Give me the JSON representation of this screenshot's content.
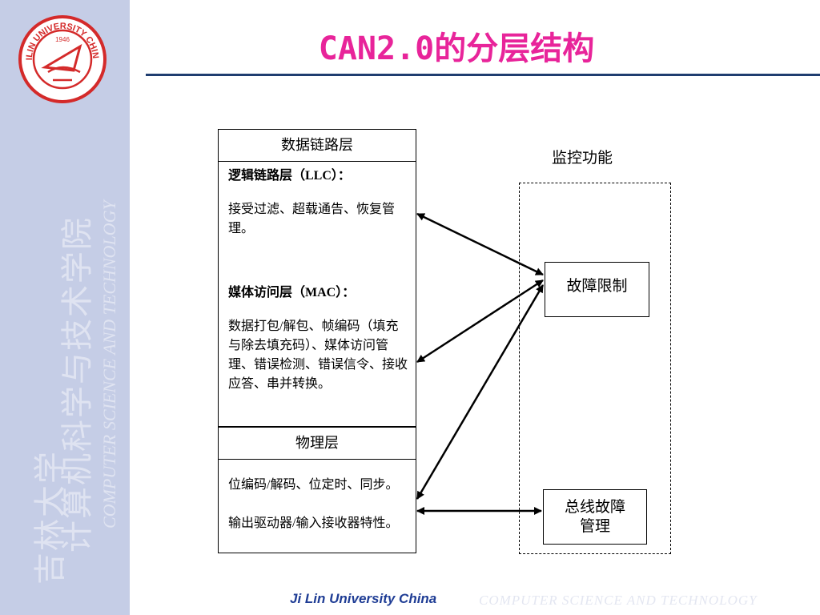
{
  "slide": {
    "title": "CAN2.0的分层结构",
    "sidebar_cn_line1": "吉林大学",
    "sidebar_cn_line2": "计算机科学与技术学院",
    "sidebar_en": "COMPUTER SCIENCE AND TECHNOLOGY",
    "footer_left": "Ji Lin University China",
    "footer_right": "COMPUTER   SCIENCE  AND  TECHNOLOGY"
  },
  "logo": {
    "text_top": "JILIN UNIVERSITY CHINA",
    "year": "1946",
    "colors": {
      "seal": "#d42a2a"
    }
  },
  "diagram": {
    "data_link_header": "数据链路层",
    "llc_title": "逻辑链路层（LLC）：",
    "llc_desc": "接受过滤、超载通告、恢复管理。",
    "mac_title": "媒体访问层（MAC）：",
    "mac_desc": "数据打包/解包、帧编码（填充与除去填充码）、媒体访问管理、错误检测、错误信令、接收应答、串并转换。",
    "physical_header": "物理层",
    "physical_desc_1": "位编码/解码、位定时、同步。",
    "physical_desc_2": "输出驱动器/输入接收器特性。",
    "monitor_label": "监控功能",
    "fault_confinement": "故障限制",
    "bus_fault_line1": "总线故障",
    "bus_fault_line2": "管理"
  },
  "colors": {
    "title": "#e8249a",
    "sidebar": "#c5cde6",
    "rule": "#1f3d70",
    "footer_left": "#1f3d95"
  }
}
